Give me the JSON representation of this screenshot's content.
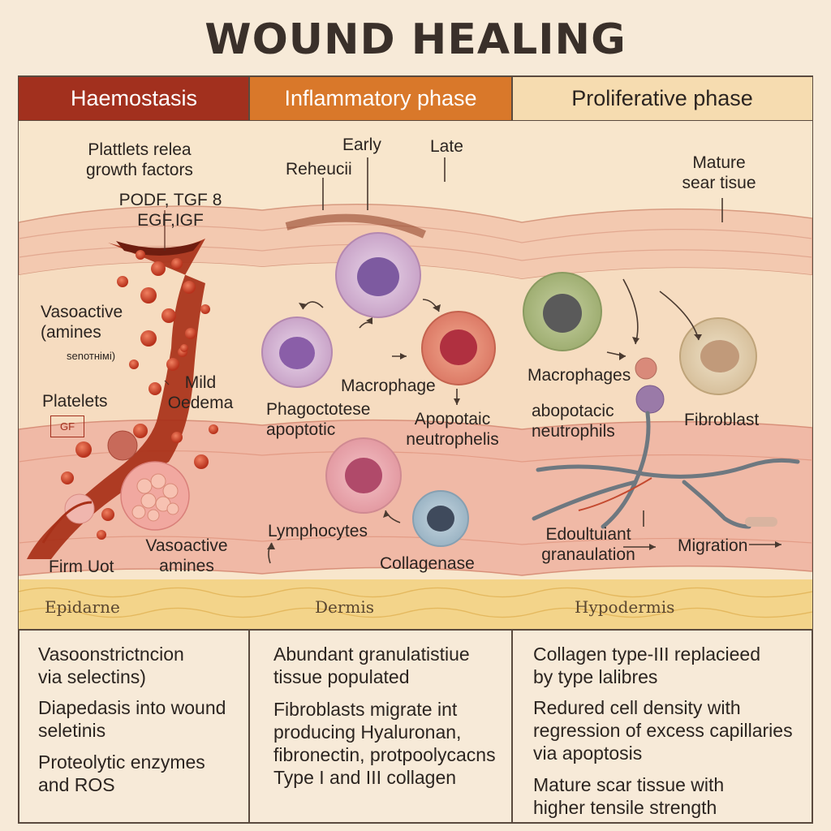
{
  "title": "WOUND HEALING",
  "phases": [
    {
      "header": "Haemostasis",
      "header_color": "#a2301e",
      "labels": {
        "platelets_release": "Plattlets relea\ngrowth factors",
        "factors": "PODF, TGF 8\nEGF,IGF",
        "vasoactive_top": "Vasoactive\n(amines",
        "serotonin": "senотнімі)",
        "mild_oedema": "Mild\nOedema",
        "platelets": "Platelets",
        "gf_mark": "GF",
        "firm_clot": "Firm Uot",
        "vasoactive_bottom": "Vasoactive\namines",
        "layer": "Epidarne"
      },
      "descriptions": [
        "Vasoonstrictncion\nvia selectins)",
        "Diapedasis into wound\n  seletinis",
        "Proteolytic enzymes\nand ROS"
      ]
    },
    {
      "header": "Inflammatory phase",
      "header_color": "#d9782a",
      "labels": {
        "early": "Early",
        "late": "Late",
        "reheucii": "Reheucii",
        "macrophage": "Macrophage",
        "phagocytose": "Phagoctotese\napoptotic",
        "apopotaic": "Apopotaic\nneutrophelis",
        "lymphocytes": "Lymphocytes",
        "collagenase": "Collagenase",
        "layer": "Dermis"
      },
      "descriptions": [
        "Abundant granulatistiue\ntissue populated",
        "Fibroblasts migrate int\nproducing Hyaluronan,\nfibronectin, protpoolycacns\nType I and III collagen"
      ]
    },
    {
      "header": "Proliferative phase",
      "header_color": "#f6dcb0",
      "labels": {
        "mature_scar": "Mature\nsear tisue",
        "macrophages": "Macrophages",
        "abopotacic": "abopotacic\nneutrophils",
        "fibroblast": "Fibroblast",
        "granulation": "Edoultuiant\ngranaulation",
        "migration": "Migration",
        "layer": "Hypodermis"
      },
      "descriptions": [
        "Collagen type-III replacieed\nby type lalibres",
        "Redured cell density  with\nregression of excess capillaries\nvia apoptosis",
        "Mature scar tissue with\nhigher tensile strength"
      ]
    }
  ]
}
